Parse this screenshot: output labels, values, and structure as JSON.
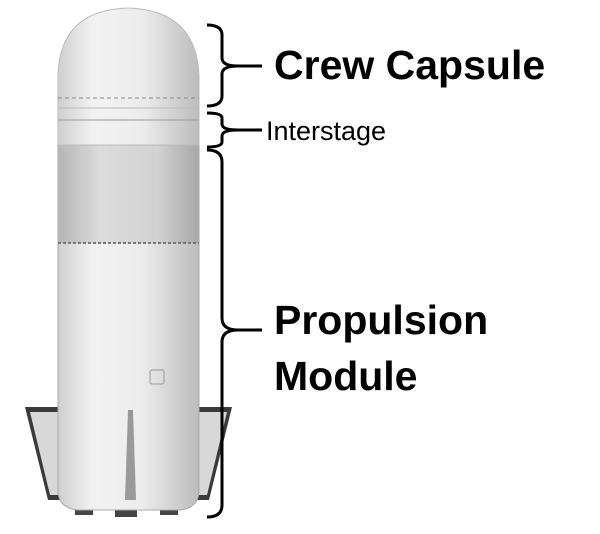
{
  "labels": {
    "crew_capsule": "Crew Capsule",
    "interstage": "Interstage",
    "propulsion_line1": "Propulsion",
    "propulsion_line2": "Module"
  },
  "colors": {
    "body": "#e6e6e6",
    "shadow": "#bdbdbd",
    "fin": "#3a3a3a",
    "text": "#000000"
  }
}
